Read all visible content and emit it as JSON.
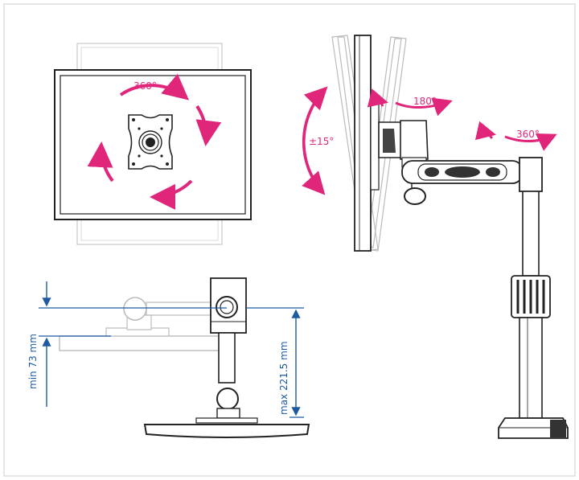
{
  "labels": {
    "rotation_front": "360°",
    "tilt": "±15°",
    "swivel_arm": "180°",
    "swivel_pole": "360°",
    "min_height": "min 73 mm",
    "max_height": "max 221.5 mm"
  },
  "colors": {
    "arrow_accent": "#e0267a",
    "dimension": "#1e5aa0",
    "line": "#222222",
    "ghost": "#bbbbbb",
    "border": "#cccccc"
  }
}
